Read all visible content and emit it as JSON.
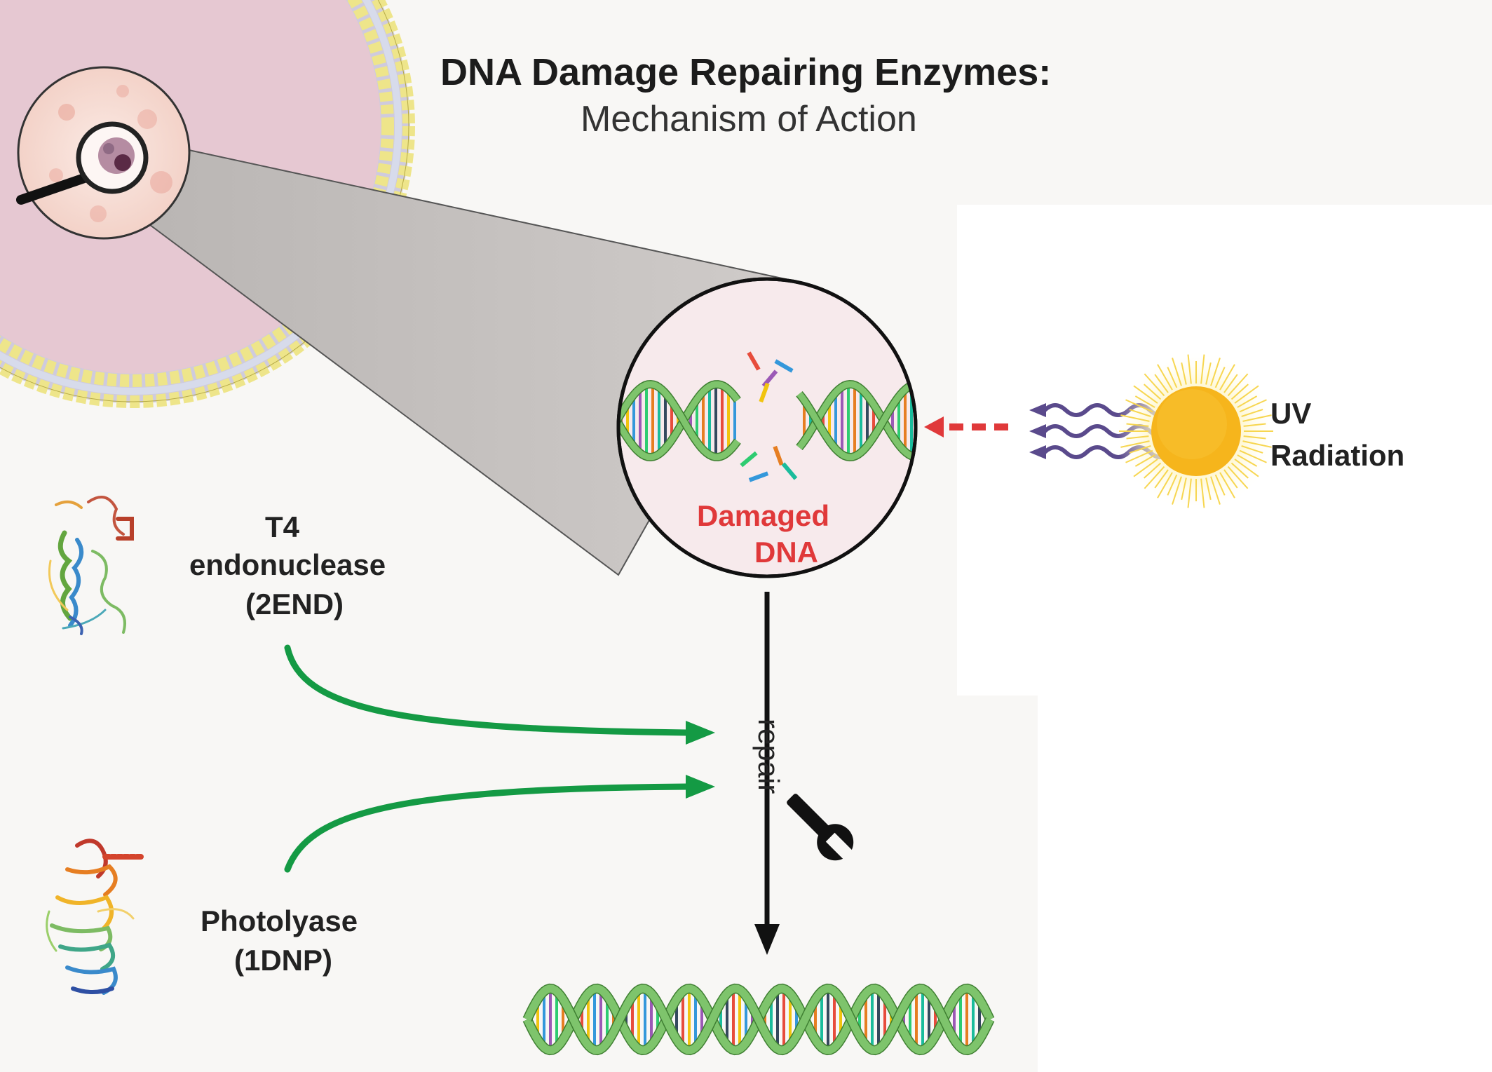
{
  "title": "DNA Damage Repairing Enzymes:",
  "subtitle": "Mechanism of Action",
  "damaged_label": {
    "line1": "Damaged",
    "line2": "DNA"
  },
  "uv_label": {
    "line1": "UV",
    "line2": "Radiation"
  },
  "enzymes": [
    {
      "line1": "T4",
      "line2": "endonuclease",
      "line3": "(2END)"
    },
    {
      "line1": "Photolyase",
      "line2": "(1DNP)"
    }
  ],
  "repair_label": "repair",
  "colors": {
    "cell_fill": "#e6c8d2",
    "membrane_head": "#eee58a",
    "dna_green": "#7ec46c",
    "arrow_green": "#149a44",
    "damage_red": "#e0393a",
    "sun": "#f6b51c",
    "uv_wave": "#5a4a8c"
  }
}
